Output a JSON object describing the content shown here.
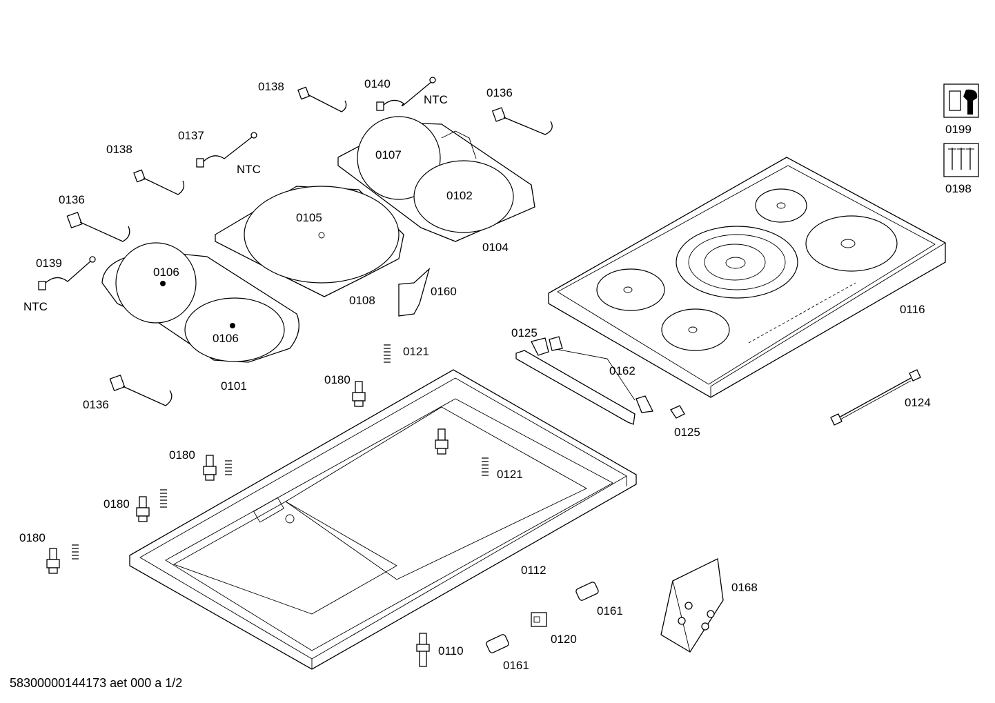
{
  "footer_text": "58300000144173 aet 000 a 1/2",
  "labels": {
    "l0138a": "0138",
    "l0140": "0140",
    "ntc1": "NTC",
    "l0136a": "0136",
    "l0137": "0137",
    "l0138b": "0138",
    "ntc2": "NTC",
    "l0107": "0107",
    "l0102": "0102",
    "l0104": "0104",
    "l0136b": "0136",
    "l0105": "0105",
    "l0139": "0139",
    "ntc3": "NTC",
    "l0106a": "0106",
    "l0106b": "0106",
    "l0108": "0108",
    "l0101": "0101",
    "l0160": "0160",
    "l0136c": "0136",
    "l0121a": "0121",
    "l0180a": "0180",
    "l0125a": "0125",
    "l0162": "0162",
    "l0125b": "0125",
    "l0116": "0116",
    "l0124": "0124",
    "l0180b": "0180",
    "l0121b": "0121",
    "l0180c": "0180",
    "l0180d": "0180",
    "l0112": "0112",
    "l0168": "0168",
    "l0161a": "0161",
    "l0120": "0120",
    "l0110": "0110",
    "l0161b": "0161",
    "l0199": "0199",
    "l0198": "0198"
  }
}
